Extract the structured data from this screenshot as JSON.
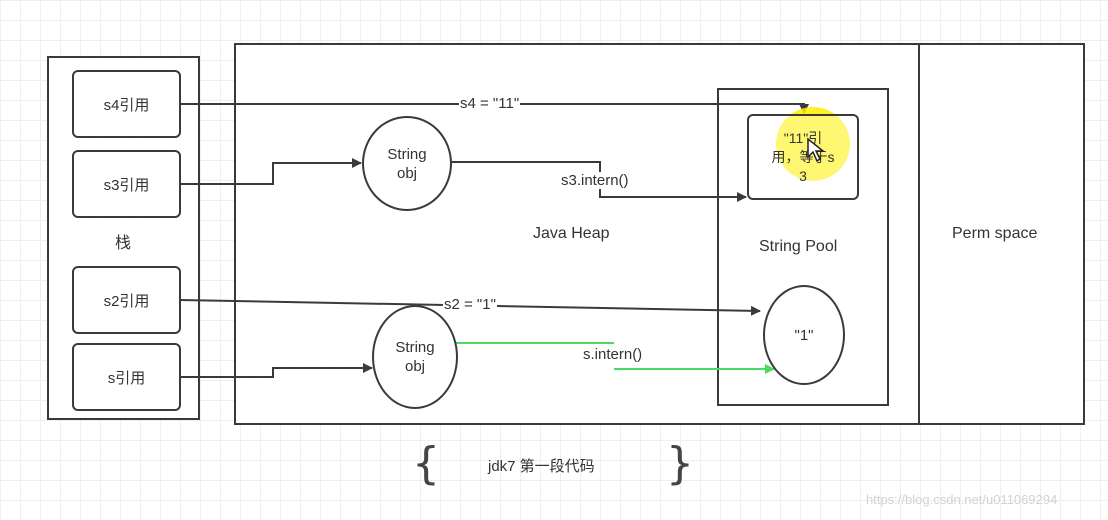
{
  "stack": {
    "label": "栈",
    "items": [
      "s4引用",
      "s3引用",
      "s2引用",
      "s引用"
    ]
  },
  "heap": {
    "label": "Java Heap",
    "objects": [
      {
        "line1": "String",
        "line2": "obj"
      },
      {
        "line1": "String",
        "line2": "obj"
      }
    ]
  },
  "pool": {
    "label": "String Pool",
    "ref_box": {
      "line1": "\"11\"引",
      "line2": "用，等于s",
      "line3": "3"
    },
    "literal": "\"1\""
  },
  "perm": {
    "label": "Perm space"
  },
  "edges": {
    "s4": "s4 = \"11\"",
    "s3_intern": "s3.intern()",
    "s2": "s2 = \"1\"",
    "s_intern": "s.intern()"
  },
  "caption": "jdk7 第一段代码",
  "watermark": "https://blog.csdn.net/u011069294",
  "colors": {
    "line": "#3a3a3a",
    "green": "#4cd964",
    "highlight": "#ffee00"
  }
}
